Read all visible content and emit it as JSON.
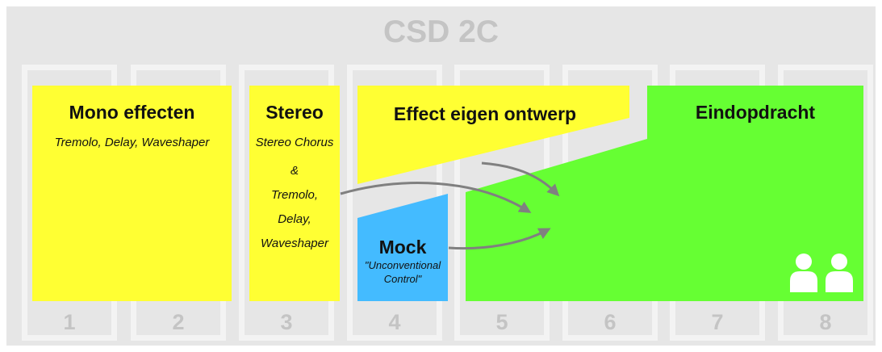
{
  "title": "CSD 2C",
  "columns": [
    "1",
    "2",
    "3",
    "4",
    "5",
    "6",
    "7",
    "8"
  ],
  "blocks": {
    "mono": {
      "title": "Mono effecten",
      "subtitle": "Tremolo, Delay, Waveshaper"
    },
    "stereo": {
      "title": "Stereo",
      "lines": [
        "Stereo Chorus",
        "&",
        "Tremolo,",
        "Delay,",
        "Waveshaper"
      ]
    },
    "effect": {
      "title": "Effect eigen ontwerp"
    },
    "mock": {
      "title": "Mock",
      "lines": [
        "\"Unconventional",
        "Control\""
      ]
    },
    "final": {
      "title": "Eindopdracht",
      "icon": "two-people-icon"
    }
  },
  "colors": {
    "background": "#e6e6e6",
    "column_border": "#f3f3f3",
    "column_number": "#c4c4c4",
    "yellow": "#ffff33",
    "green": "#66ff33",
    "blue": "#44bbff",
    "arrow": "#808080"
  }
}
